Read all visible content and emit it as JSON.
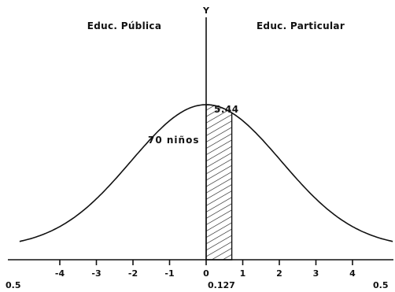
{
  "chart_data": {
    "type": "line",
    "left_region_label": "Educ. Pública",
    "right_region_label": "Educ. Particular",
    "yaxis_label": "Y",
    "x_ticks": [
      {
        "value": -4,
        "label": "-4"
      },
      {
        "value": -3,
        "label": "-3"
      },
      {
        "value": -2,
        "label": "-2"
      },
      {
        "value": -1,
        "label": "-1"
      },
      {
        "value": 0,
        "label": "0"
      },
      {
        "value": 1,
        "label": "1"
      },
      {
        "value": 2,
        "label": "2"
      },
      {
        "value": 3,
        "label": "3"
      },
      {
        "value": 4,
        "label": "4"
      }
    ],
    "xlim": [
      -5.1,
      5.1
    ],
    "peak_label": "5.44",
    "shaded_region": {
      "from": 0,
      "to": 0.7
    },
    "shaded_annotation": "70 niños",
    "bottom_left_label": "0.5",
    "bottom_center_label": "0.127",
    "bottom_right_label": "0.5",
    "curve": "normal",
    "grid": false
  }
}
